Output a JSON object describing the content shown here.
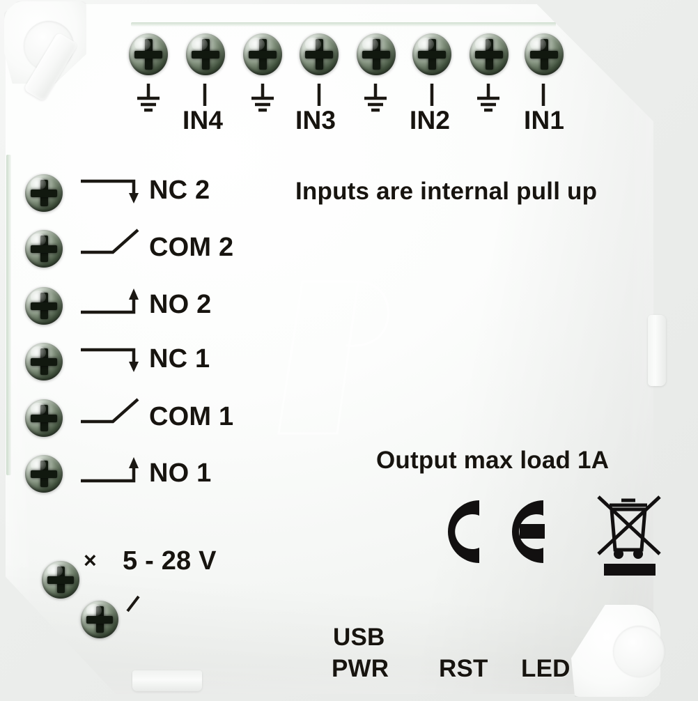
{
  "device": {
    "name": "relay-input-module-faceplate",
    "body_color": "#fbfcfb",
    "screw_color": "#2b3a27",
    "print_color": "#17140f"
  },
  "top_terminals": {
    "ground_symbol_name": "earth-ground-symbol",
    "signal_symbol_name": "signal-line-symbol",
    "screw_count": 8,
    "pairs": [
      {
        "label": "IN4",
        "ground": "GND",
        "signal": "IN4"
      },
      {
        "label": "IN3",
        "ground": "GND",
        "signal": "IN3"
      },
      {
        "label": "IN2",
        "ground": "GND",
        "signal": "IN2"
      },
      {
        "label": "IN1",
        "ground": "GND",
        "signal": "IN1"
      }
    ],
    "labels": [
      "IN4",
      "IN3",
      "IN2",
      "IN1"
    ]
  },
  "left_terminals": {
    "screw_count": 6,
    "rows": [
      {
        "label": "NC 2",
        "symbol": "normally-closed-contact-symbol"
      },
      {
        "label": "COM 2",
        "symbol": "common-contact-symbol"
      },
      {
        "label": "NO 2",
        "symbol": "normally-open-contact-symbol"
      },
      {
        "label": "NC 1",
        "symbol": "normally-closed-contact-symbol"
      },
      {
        "label": "COM 1",
        "symbol": "common-contact-symbol"
      },
      {
        "label": "NO 1",
        "symbol": "normally-open-contact-symbol"
      }
    ]
  },
  "power_terminals": {
    "screw_count": 2,
    "cross_mark": "×",
    "slash_mark": "/",
    "voltage_label": "5 - 28 V"
  },
  "notes": {
    "inputs_note": "Inputs are internal pull up",
    "output_note": "Output max load 1A"
  },
  "marks": {
    "ce": "CE",
    "ce_name": "ce-conformity-mark",
    "weee_name": "weee-crossed-out-bin-mark"
  },
  "bottom_labels": {
    "usb": "USB",
    "pwr": "PWR",
    "rst": "RST",
    "led": "LED"
  }
}
